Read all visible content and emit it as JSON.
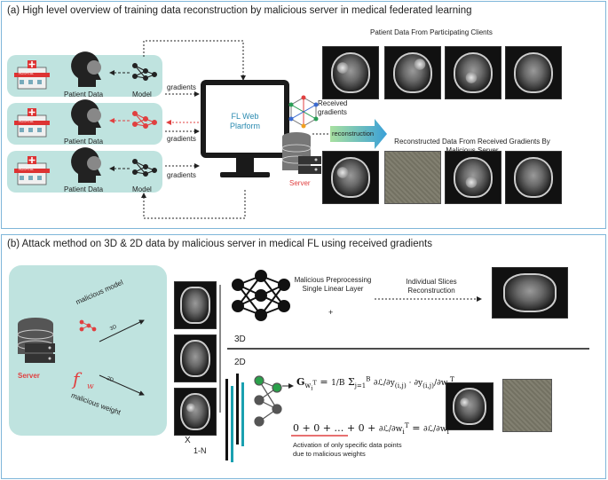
{
  "panel_a": {
    "title": "(a) High level overview of training data reconstruction by malicious server in medical federated learning",
    "clients": [
      {
        "patient_label": "Patient Data",
        "model_label": "Model"
      },
      {
        "patient_label": "Patient Data",
        "model_label": ""
      },
      {
        "patient_label": "Patient Data",
        "model_label": "Model"
      }
    ],
    "hospital_sign": "HOSPITAL",
    "gradients_label": "gradients",
    "platform_label": "FL Web Plarform",
    "server_label": "Server",
    "received_gradients_label": "Received gradients",
    "reconstruction_label": "reconstruction",
    "patient_data_title": "Patient Data From Participating Clients",
    "reconstructed_title": "Reconstructed Data From Received Gradients By Malicious Server",
    "colors": {
      "card": "#bfe3df",
      "accent_red": "#e04040",
      "accent_teal": "#1aa0b0",
      "platform_text": "#2a8ab0"
    }
  },
  "panel_b": {
    "title": "(b) Attack method on 3D & 2D data by malicious server in medical FL using received gradients",
    "server_label": "Server",
    "malicious_model_label": "malicious model",
    "label_3d_small": "3D",
    "label_2d_small": "2D",
    "fw_symbol": "f",
    "fw_sub": "w",
    "malicious_weight_label": "malicious weight",
    "preprocessing_label": "Malicious Preprocessing Single Linear Layer",
    "plus": "+",
    "slices_label": "Individual Slices Reconstruction",
    "label_3d": "3D",
    "label_2d": "2D",
    "x_label": "X",
    "n_label": "1-N",
    "activation_label": "Activation of only specific data points due to malicious weights"
  }
}
